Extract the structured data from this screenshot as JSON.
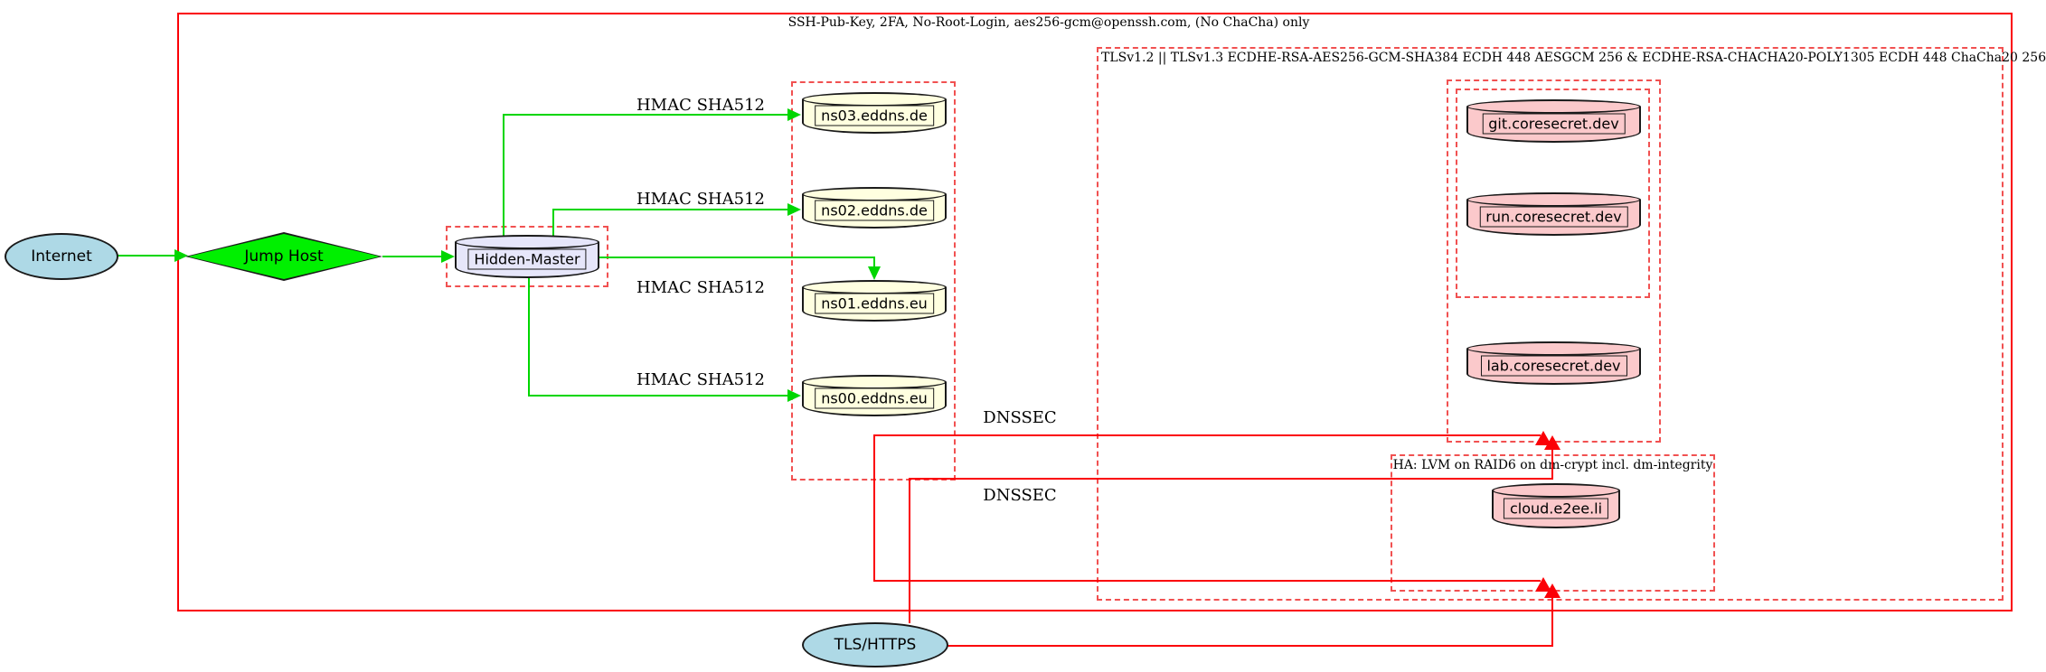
{
  "diagram_type": "network-topology",
  "clusters": {
    "main": {
      "label": "SSH-Pub-Key, 2FA, No-Root-Login, aes256-gcm@openssh.com, (No ChaCha) only"
    },
    "tls": {
      "label": "TLSv1.2 || TLSv1.3 ECDHE-RSA-AES256-GCM-SHA384 ECDH 448 AESGCM 256 & ECDHE-RSA-CHACHA20-POLY1305 ECDH 448 ChaCha20 256"
    },
    "ha": {
      "label": "HA: LVM on RAID6 on dm-crypt incl. dm-integrity"
    }
  },
  "nodes": {
    "internet": {
      "label": "Internet",
      "shape": "ellipse",
      "fill": "#aed9e6"
    },
    "jump_host": {
      "label": "Jump Host",
      "shape": "diamond",
      "fill": "#00f000"
    },
    "hidden_master": {
      "label": "Hidden-Master",
      "shape": "cylinder",
      "fill": "#e6e6fa"
    },
    "ns03": {
      "label": "ns03.eddns.de",
      "shape": "cylinder",
      "fill": "#ffffe0"
    },
    "ns02": {
      "label": "ns02.eddns.de",
      "shape": "cylinder",
      "fill": "#ffffe0"
    },
    "ns01": {
      "label": "ns01.eddns.eu",
      "shape": "cylinder",
      "fill": "#ffffe0"
    },
    "ns00": {
      "label": "ns00.eddns.eu",
      "shape": "cylinder",
      "fill": "#ffffe0"
    },
    "git": {
      "label": "git.coresecret.dev",
      "shape": "cylinder",
      "fill": "#fbc9cb"
    },
    "run": {
      "label": "run.coresecret.dev",
      "shape": "cylinder",
      "fill": "#fbc9cb"
    },
    "lab": {
      "label": "lab.coresecret.dev",
      "shape": "cylinder",
      "fill": "#fbc9cb"
    },
    "cloud": {
      "label": "cloud.e2ee.li",
      "shape": "cylinder",
      "fill": "#fbc9cb"
    },
    "tls_https": {
      "label": "TLS/HTTPS",
      "shape": "ellipse",
      "fill": "#aed9e6"
    }
  },
  "edge_labels": {
    "hmac": "HMAC SHA512",
    "dnssec": "DNSSEC"
  },
  "colors": {
    "green_edge": "#00d600",
    "red_edge": "#fb0007",
    "cluster_border_red": "#f15151"
  }
}
